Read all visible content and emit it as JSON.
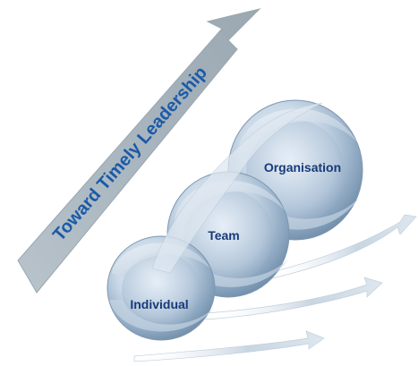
{
  "arrow": {
    "label": "Toward Timely Leadership"
  },
  "spiral_levels": [
    {
      "label": "Individual"
    },
    {
      "label": "Team"
    },
    {
      "label": "Organisation"
    }
  ],
  "colors": {
    "arrow_fill": "#a9b6bf",
    "arrow_text": "#1a5aa8",
    "label_text": "#173a78",
    "sphere_light": "#eef4fa",
    "sphere_mid": "#a8bfd6",
    "sphere_dark": "#6d8aa6"
  }
}
